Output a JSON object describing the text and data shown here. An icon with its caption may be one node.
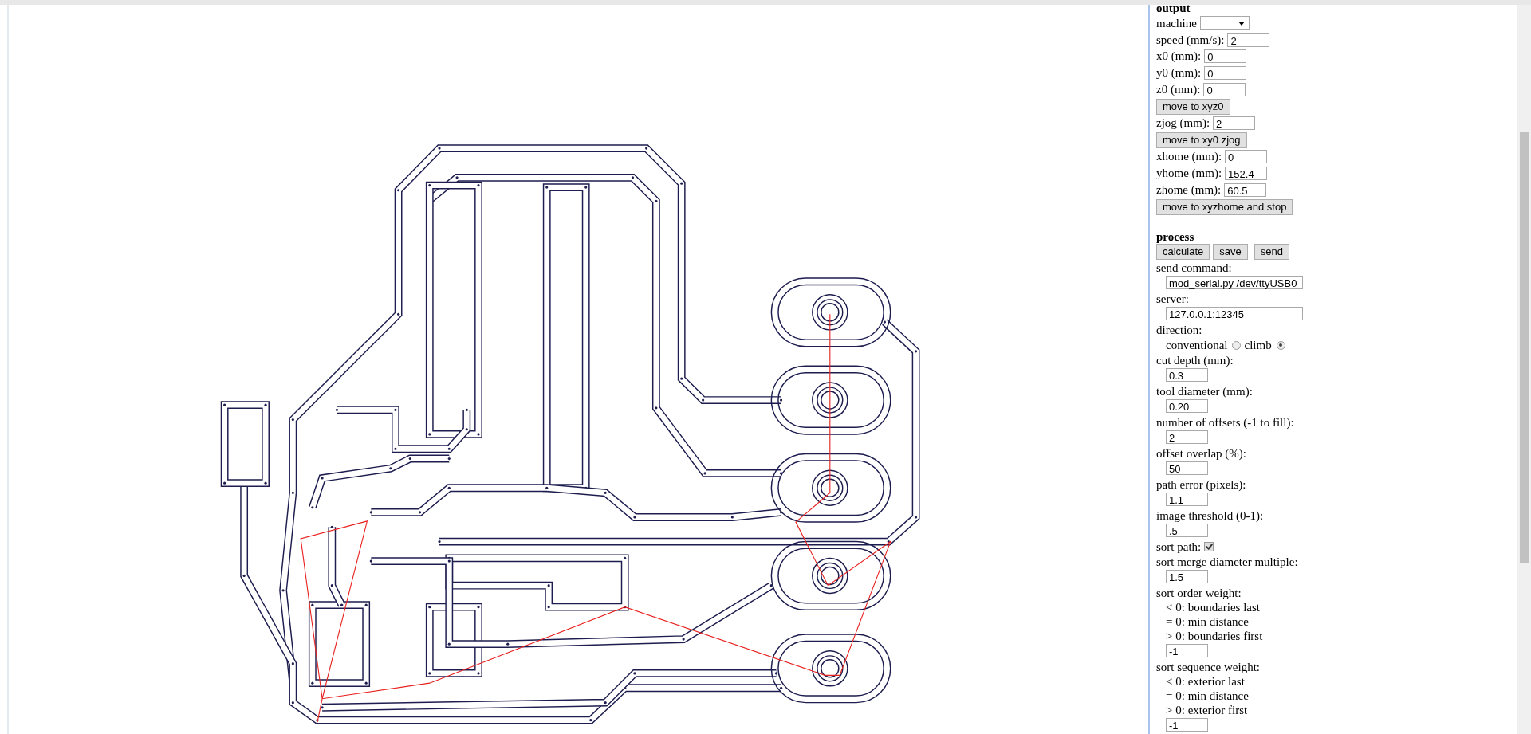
{
  "diagram": {
    "labels": [
      "output",
      "machine",
      "speed (mm/s):",
      "2",
      "x0 (mm):",
      "0",
      "y0 (mm):",
      "0",
      "z0 (mm):",
      "0",
      "move to xyz0",
      "zjog (mm):",
      "2",
      "move to xy0 zjog",
      "xhome (mm):",
      "0",
      "yhome (mm):",
      "152.4",
      "zhome (mm):",
      "60.5",
      "move to xyzhome and stop",
      "process",
      "calculate",
      "save",
      "send",
      "send command:",
      "mod_serial.py /dev/ttyUSB0",
      "server:",
      "127.0.0.1:12345",
      "direction:",
      "conventional",
      "climb",
      "cut depth (mm):",
      "0.3",
      "tool diameter (mm):",
      "0.20",
      "number of offsets (-1 to fill):",
      "2",
      "offset overlap (%):",
      "50",
      "path error (pixels):",
      "1.1",
      "image threshold (0-1):",
      ".5",
      "sort path:",
      "sort merge diameter multiple:",
      "1.5",
      "sort order weight:",
      "< 0: boundaries last",
      "= 0: min distance",
      "> 0: boundaries first",
      "-1",
      "sort sequence weight:",
      "< 0: exterior last",
      "= 0: min distance",
      "> 0: exterior first",
      "-1"
    ]
  }
}
